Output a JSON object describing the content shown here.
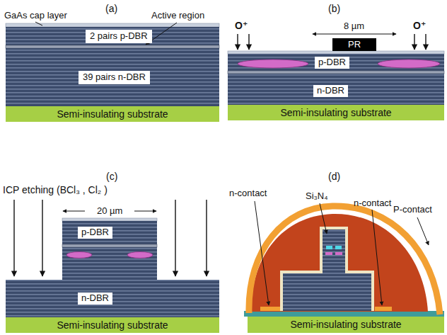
{
  "diagram": {
    "nodes": [
      {
        "text": [
          "2 pairs p-DBR"
        ]
      },
      {
        "text": [
          "39 pairs n-DBR"
        ]
      },
      {
        "text": [
          "Semi-insulating substrate"
        ]
      },
      {
        "text": [
          "PR"
        ]
      },
      {
        "text": [
          "Semi-insulating substrate"
        ]
      },
      {
        "text": [
          "Semi-insulating substrate"
        ]
      },
      {
        "text": [
          "Semi-insulating substrate"
        ]
      }
    ],
    "labels": [
      "(a)",
      "GaAs cap layer",
      "Active region",
      "(b)",
      "O⁺",
      "O⁺",
      "8 µm",
      "p-DBR",
      "n-DBR",
      "(c)",
      "ICP etching (BCl₃ , Cl₂ )",
      "20 µm",
      "p-DBR",
      "n-DBR",
      "(d)",
      "Si₃N₄",
      "n-contact",
      "n-contact",
      "P-contact"
    ]
  }
}
